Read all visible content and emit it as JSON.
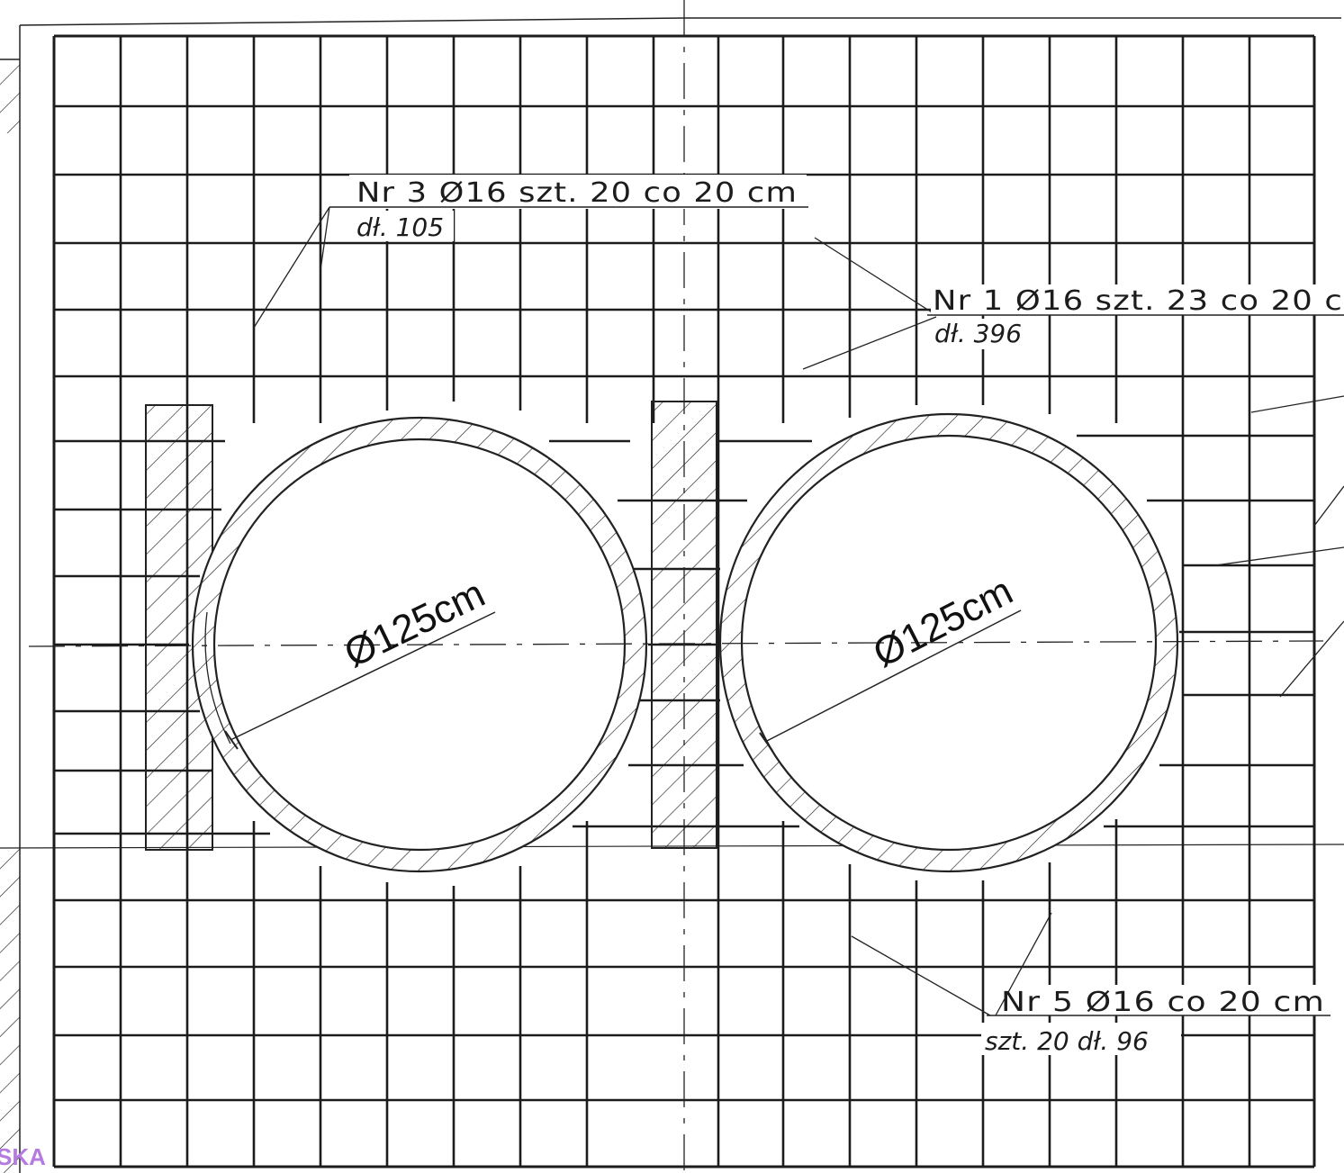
{
  "labels": {
    "rebar_3": {
      "main": "Nr 3 Ø16 szt. 20 co 20 cm",
      "sub": "dł. 105"
    },
    "rebar_1": {
      "main": "Nr 1 Ø16 szt. 23 co 20 c",
      "sub": "dł. 396"
    },
    "rebar_5": {
      "main": "Nr 5 Ø16 co 20 cm",
      "sub": "szt. 20 dł. 96"
    }
  },
  "pipes": [
    {
      "diameter_label": "Ø125cm"
    },
    {
      "diameter_label": "Ø125cm"
    }
  ],
  "stamp_text": "SKA",
  "colors": {
    "line": "#1c1c1c",
    "stamp": "#b57be0"
  }
}
